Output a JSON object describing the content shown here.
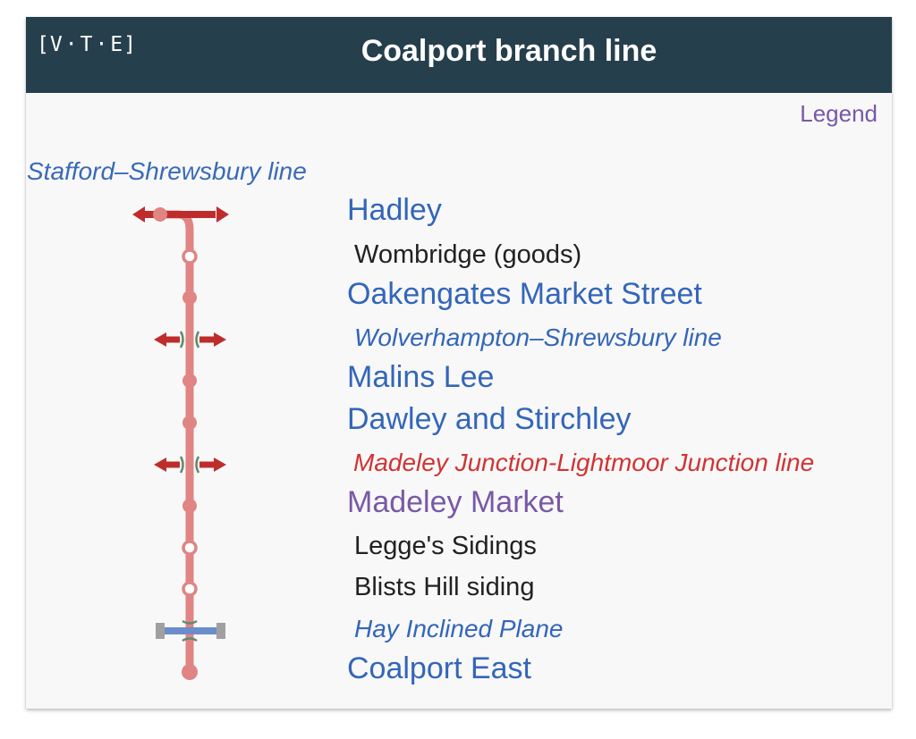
{
  "header": {
    "vte": {
      "open": "[",
      "v": "V",
      "t": "T",
      "e": "E",
      "sep": "·",
      "close": "]"
    },
    "title": "Coalport branch line"
  },
  "legend_link": "Legend",
  "top_line": "Stafford–Shrewsbury line",
  "stations": [
    {
      "name": "Hadley",
      "style": "station-link"
    },
    {
      "name": "Wombridge (goods)",
      "style": "plain"
    },
    {
      "name": "Oakengates Market Street",
      "style": "station-link"
    },
    {
      "name": "Wolverhampton–Shrewsbury line",
      "style": "line-link"
    },
    {
      "name": "Malins Lee",
      "style": "station-link"
    },
    {
      "name": "Dawley and Stirchley",
      "style": "station-link"
    },
    {
      "name": "Madeley Junction-Lightmoor Junction line",
      "style": "line-link-red"
    },
    {
      "name": "Madeley Market",
      "style": "station-link-visited"
    },
    {
      "name": "Legge's Sidings",
      "style": "plain"
    },
    {
      "name": "Blists Hill siding",
      "style": "plain"
    },
    {
      "name": "Hay Inclined Plane",
      "style": "line-link"
    },
    {
      "name": "Coalport East",
      "style": "station-link"
    }
  ],
  "colors": {
    "header_bg": "#263f4c",
    "route": "#e08484",
    "route_dark": "#be2d2c",
    "link": "#3366b9",
    "visited": "#7859a6",
    "redlink": "#d13333",
    "incline": "#6b8ecb"
  }
}
